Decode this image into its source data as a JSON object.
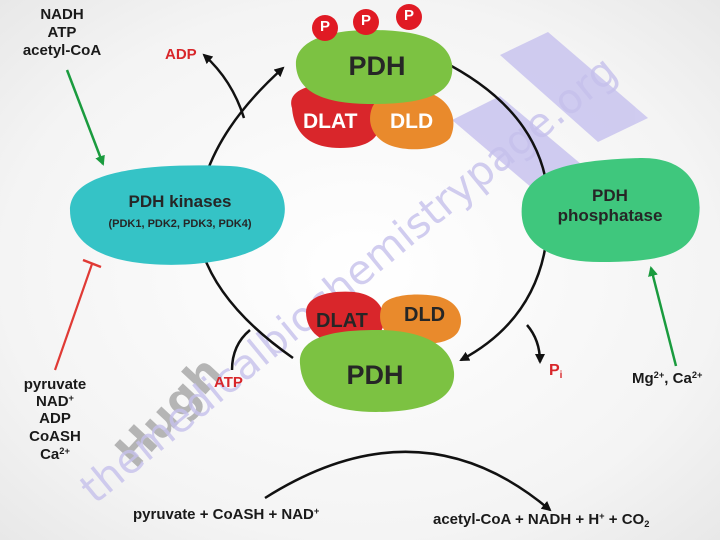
{
  "watermark": {
    "site": "themedicalbiochemistrypage.org",
    "logo_text": "Hugh"
  },
  "colors": {
    "pdh_green": "#7cc242",
    "dlat_red": "#d9262b",
    "dld_orange": "#e98a2c",
    "kinase_teal": "#35c3c6",
    "phosphatase_green": "#3fc77d",
    "activator_arrow": "#1a9b3e",
    "inhibitor_line": "#e03a35",
    "watermark_purple": "#c8c3ee",
    "watermark_gray": "#a9a9a9"
  },
  "top_complex": {
    "pdh": "PDH",
    "dlat": "DLAT",
    "dld": "DLD",
    "phosphates": [
      "P",
      "P",
      "P"
    ]
  },
  "bottom_complex": {
    "pdh": "PDH",
    "dlat": "DLAT",
    "dld": "DLD"
  },
  "kinase": {
    "title": "PDH kinases",
    "subtitle": "(PDK1, PDK2, PDK3, PDK4)"
  },
  "phosphatase": {
    "line1": "PDH",
    "line2": "phosphatase"
  },
  "kinase_activators": [
    "NADH",
    "ATP",
    "acetyl-CoA"
  ],
  "kinase_inhibitors": {
    "items": [
      "pyruvate",
      "NAD",
      "ADP",
      "CoASH",
      "Ca"
    ],
    "nad_sup": "+",
    "ca_sup": "2+"
  },
  "phosphatase_activators": {
    "mg": "Mg",
    "mg_sup": "2+",
    "sep": ", ",
    "ca": "Ca",
    "ca_sup": "2+"
  },
  "cofactors": {
    "adp": "ADP",
    "atp": "ATP",
    "pi": "P",
    "pi_sub": "i"
  },
  "reaction": {
    "substrates": "pyruvate + CoASH + NAD",
    "substrates_sup": "+",
    "products_a": "acetyl-CoA + NADH + H",
    "products_a_sup": "+",
    "products_b": " + CO",
    "products_b_sub": "2"
  }
}
